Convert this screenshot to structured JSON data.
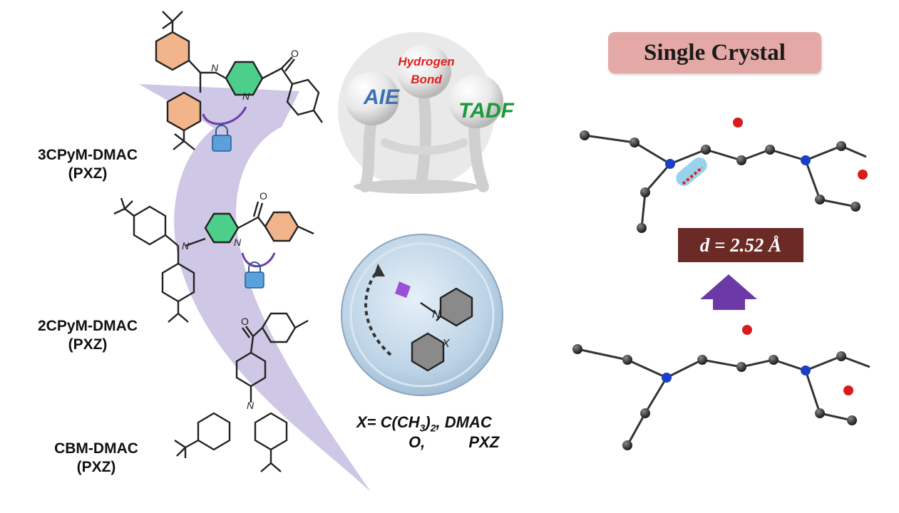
{
  "left": {
    "compound_3cpym": {
      "name": "3CPyM-DMAC",
      "sub": "(PXZ)"
    },
    "compound_2cpym": {
      "name": "2CPyM-DMAC",
      "sub": "(PXZ)"
    },
    "compound_cbm": {
      "name": "CBM-DMAC",
      "sub": "(PXZ)"
    }
  },
  "center": {
    "aie": "AIE",
    "hydrogen_bond_line1": "Hydrogen",
    "hydrogen_bond_line2": "Bond",
    "tadf": "TADF",
    "x_line1": "X= C(CH",
    "x_sub": "3",
    "x_line1_end": ")",
    "x_sub2": "2",
    "x_line1_tail": ", DMAC",
    "x_line2": "O,          PXZ",
    "atom_n": "N",
    "atom_x": "X"
  },
  "right": {
    "title": "Single Crystal",
    "distance": "d = 2.52 Å"
  },
  "colors": {
    "arrow": "#c6bde0",
    "orange_ring": "#f2b48a",
    "green_ring": "#4ccf8a",
    "aie_blue": "#3c6fb4",
    "hbond_red": "#e02020",
    "tadf_green": "#1a9a3a",
    "chip": "#e4a9a6",
    "distance_box": "#6b2a26",
    "up_arrow": "#6c3aa6",
    "lock": "#3a85c8"
  }
}
